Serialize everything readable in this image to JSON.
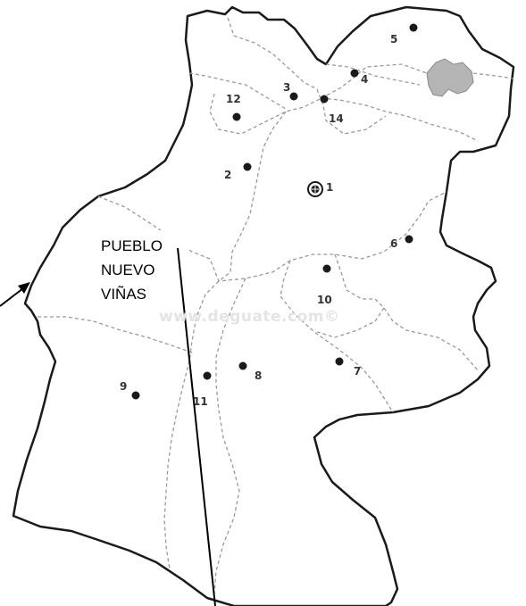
{
  "map": {
    "place_label": [
      "PUEBLO",
      "NUEVO",
      "VIÑAS"
    ],
    "watermark": "www.deguate.com©",
    "municipalities": [
      {
        "number": "1",
        "symbol": "capital-icon"
      },
      {
        "number": "2"
      },
      {
        "number": "3"
      },
      {
        "number": "4"
      },
      {
        "number": "5"
      },
      {
        "number": "6"
      },
      {
        "number": "7"
      },
      {
        "number": "8"
      },
      {
        "number": "9"
      },
      {
        "number": "10"
      },
      {
        "number": "11"
      },
      {
        "number": "12"
      },
      {
        "number": "14"
      }
    ],
    "colors": {
      "border": "#1a1a1a",
      "internal_boundary": "#9a9a9a",
      "lake": "#b5b5b5",
      "background": "#ffffff"
    }
  }
}
